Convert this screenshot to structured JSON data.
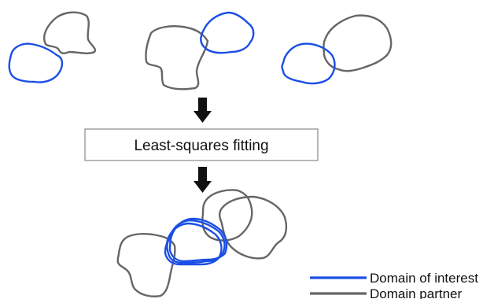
{
  "process_box": {
    "label": "Least-squares fitting"
  },
  "legend": {
    "items": [
      {
        "label": "Domain of interest",
        "color": "#1a4fe6"
      },
      {
        "label": "Domain partner",
        "color": "#666666"
      }
    ]
  },
  "colors": {
    "interest": "#1a4fe6",
    "partner": "#666666",
    "arrow": "#111111",
    "box_border": "#888888"
  }
}
